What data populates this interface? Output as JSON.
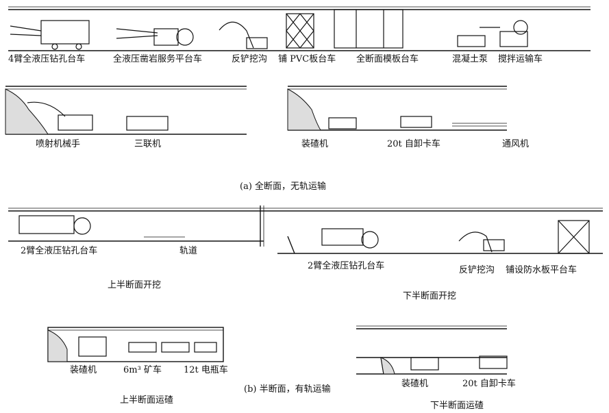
{
  "part_a": {
    "row1_labels": [
      "4臂全液压钻孔台车",
      "全液压凿岩服务平台车",
      "反铲挖沟",
      "铺 PVC板台车",
      "全断面模板台车",
      "混凝土泵",
      "搅拌运输车"
    ],
    "row2_left_labels": [
      "喷射机械手",
      "三联机"
    ],
    "row2_right_labels": [
      "装碴机",
      "20t 自卸卡车",
      "通风机"
    ],
    "caption": "(a) 全断面，无轨运输"
  },
  "part_b": {
    "upper_excavation_labels": [
      "2臂全液压钻孔台车",
      "轨道"
    ],
    "upper_excavation_caption": "上半断面开挖",
    "lower_excavation_labels": [
      "2臂全液压钻孔台车",
      "反铲挖沟",
      "铺设防水板平台车"
    ],
    "lower_excavation_caption": "下半断面开挖",
    "upper_mucking_labels": [
      "装碴机",
      "6m³ 矿车",
      "12t 电瓶车"
    ],
    "upper_mucking_caption": "上半断面运碴",
    "lower_mucking_labels": [
      "装碴机",
      "20t 自卸卡车"
    ],
    "lower_mucking_caption": "下半断面运碴",
    "caption": "(b) 半断面，有轨运输"
  }
}
